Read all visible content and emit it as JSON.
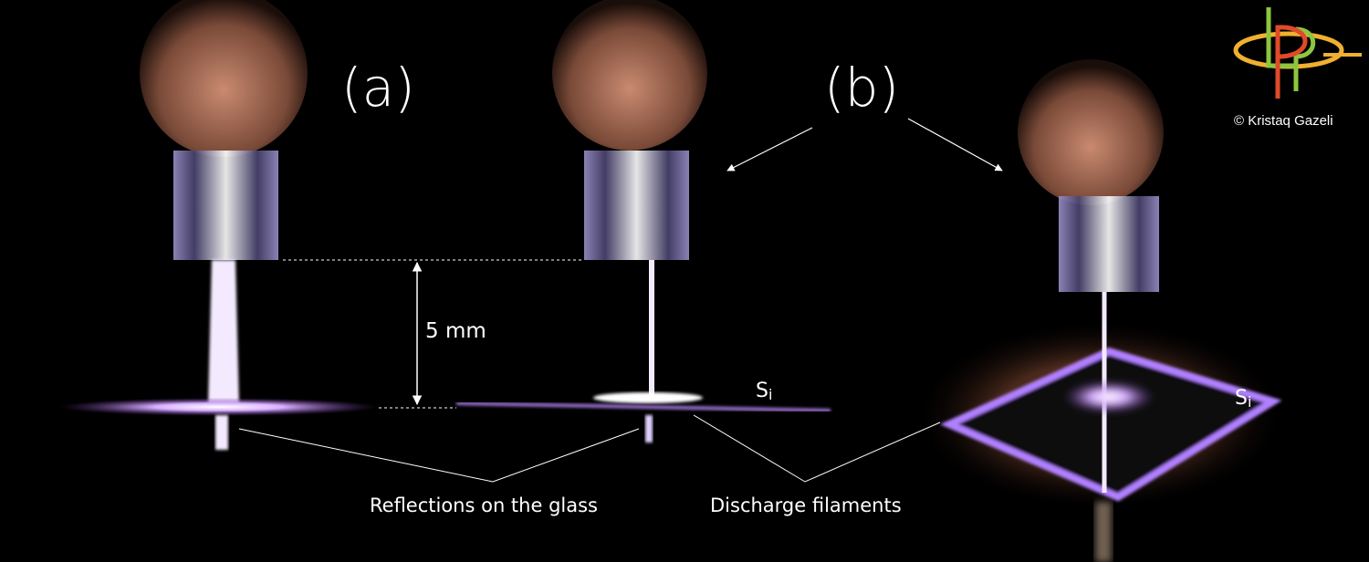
{
  "labels": {
    "panel_a": "(a)",
    "panel_b": "(b)",
    "gap": "5 mm",
    "si_left": "S",
    "si_left_sub": "i",
    "si_right": "S",
    "si_right_sub": "i",
    "reflections": "Reflections on the glass",
    "filaments": "Discharge filaments"
  },
  "logo": {
    "letters": "LPPG",
    "copyright": "© Kristaq Gazeli"
  },
  "colors": {
    "sphere": "#8a5a48",
    "plasma": "#f4eaff",
    "glow": "#a070e0",
    "logo_green": "#8cc63f",
    "logo_red": "#e04a2a",
    "logo_orange": "#f0b030"
  }
}
